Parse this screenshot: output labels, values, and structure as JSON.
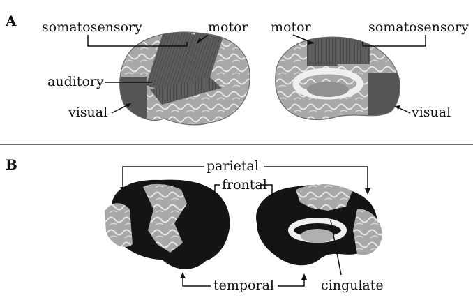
{
  "panels": {
    "a": {
      "letter": "A",
      "labels": {
        "somatosensory_left": "somatosensory",
        "motor_left": "motor",
        "auditory": "auditory",
        "visual_left": "visual",
        "motor_right": "motor",
        "somatosensory_right": "somatosensory",
        "visual_right": "visual"
      }
    },
    "b": {
      "letter": "B",
      "labels": {
        "parietal": "parietal",
        "frontal": "frontal",
        "temporal": "temporal",
        "cingulate": "cingulate"
      }
    }
  },
  "colors": {
    "brain_gray": "#a9a9a9",
    "fold_line": "#e6e6e6",
    "primary_area": "#5c5c5c",
    "association_area": "#141414",
    "ink": "#111111"
  }
}
